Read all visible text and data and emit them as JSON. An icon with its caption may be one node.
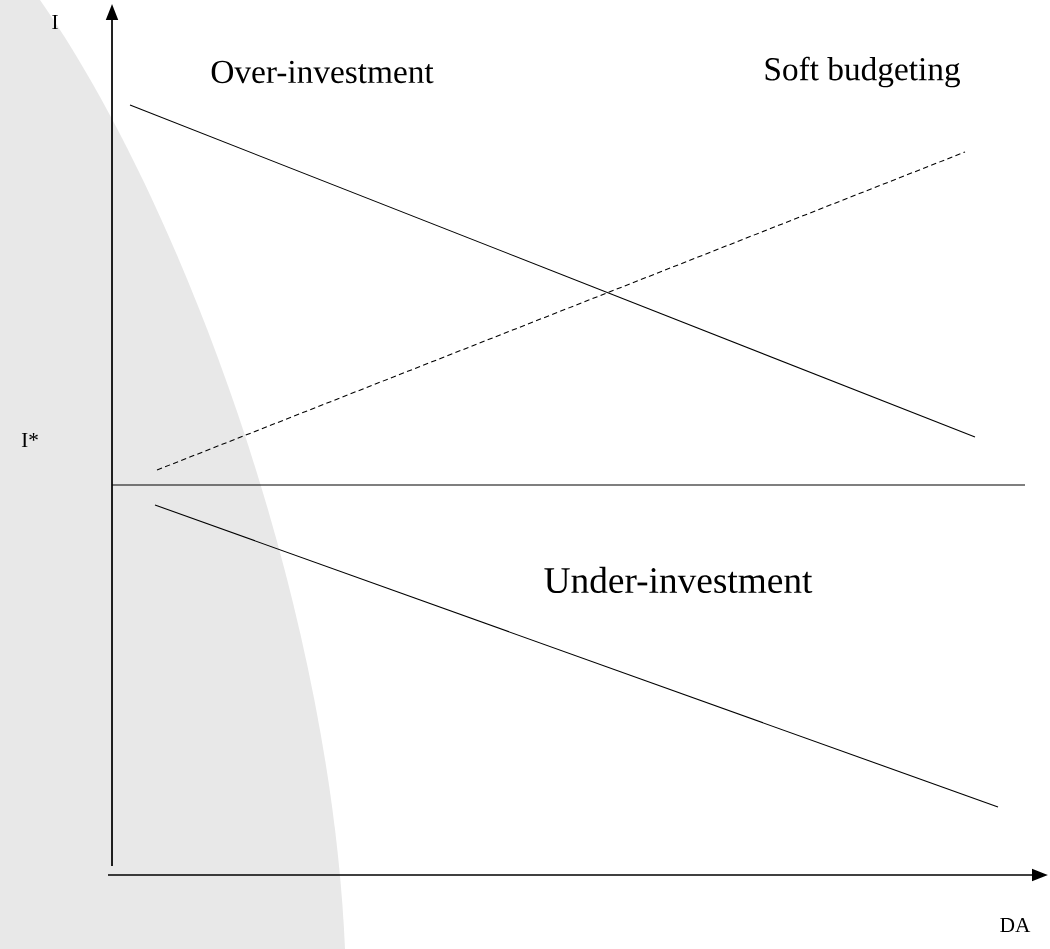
{
  "diagram": {
    "labels": [
      "I",
      "Over-investment",
      "Soft budgeting",
      "I*",
      "Under-investment",
      "DA"
    ]
  }
}
